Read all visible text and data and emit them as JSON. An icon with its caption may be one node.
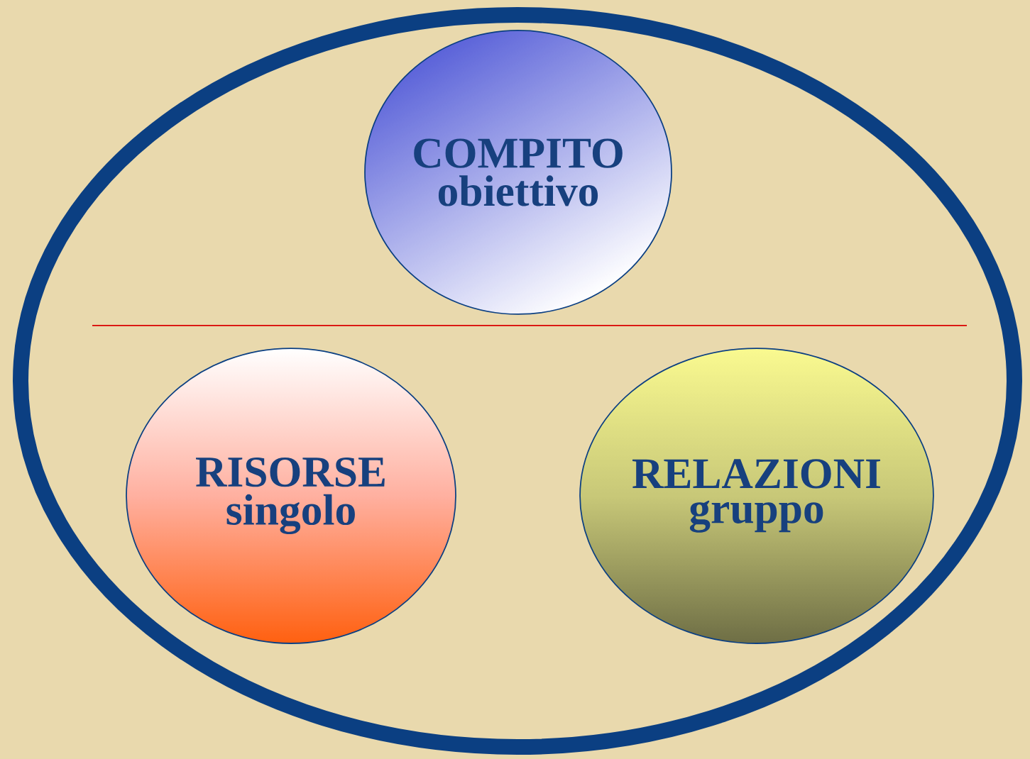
{
  "diagram": {
    "nodes": [
      {
        "text": [],
        "shape": "circle"
      },
      {
        "text": [
          "COMPITO",
          "obiettivo"
        ],
        "in": 0
      },
      {
        "text": [
          "RISORSE",
          "singolo"
        ],
        "in": 0
      },
      {
        "text": [
          "RELAZIONI",
          "gruppo"
        ],
        "in": 0
      }
    ],
    "edges": []
  }
}
